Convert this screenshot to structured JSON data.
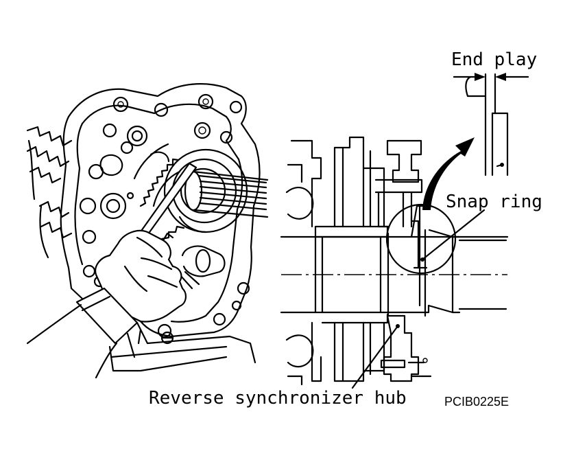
{
  "figure": {
    "labels": {
      "end_play": "End play",
      "snap_ring": "Snap ring",
      "reverse_synchronizer_hub": "Reverse synchronizer hub",
      "figure_code": "PCIB0225E"
    }
  }
}
